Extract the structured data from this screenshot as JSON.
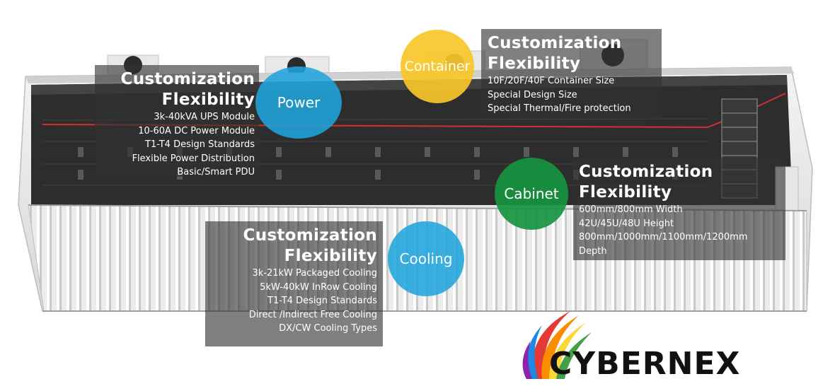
{
  "power": {
    "title_line1": "Customization",
    "title_line2": "Flexibility",
    "items": [
      "3k-40kVA UPS Module",
      "10-60A DC Power Module",
      "T1-T4 Design Standards",
      "Flexible Power Distribution",
      "Basic/Smart PDU"
    ],
    "label": "Power",
    "circle_color": "#20A4DC"
  },
  "container": {
    "title_line1": "Customization",
    "title_line2": "Flexibility",
    "items": [
      "10F/20F/40F Container Size",
      "Special Design Size",
      "Special Thermal/Fire protection"
    ],
    "label": "Container",
    "circle_color": "#F8C628"
  },
  "cabinet": {
    "title_line1": "Customization",
    "title_line2": "Flexibility",
    "items": [
      "600mm/800mm Width",
      "42U/45U/48U Height",
      "800mm/1000mm/1100mm/1200mm",
      "Depth"
    ],
    "label": "Cabinet",
    "circle_color": "#169440"
  },
  "cooling": {
    "title_line1": "Customization",
    "title_line2": "Flexibility",
    "items": [
      "3k-21kW Packaged Cooling",
      "5kW-40kW InRow Cooling",
      "T1-T4 Design Standards",
      "Direct /Indirect Free Cooling",
      "DX/CW Cooling Types"
    ],
    "label": "Cooling",
    "circle_color": "#20A4DC"
  },
  "brand": {
    "name": "CYBERNEX",
    "colors": [
      "#E53935",
      "#FB8C00",
      "#FDD835",
      "#43A047",
      "#1E88E5",
      "#8E24AA"
    ]
  },
  "icons": {
    "container": "shipping-container-illustration",
    "logo_mark": "rainbow-swoosh-logo"
  }
}
